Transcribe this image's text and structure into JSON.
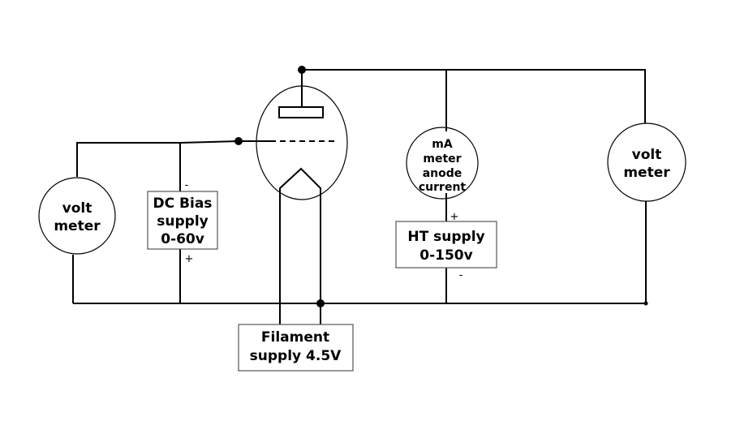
{
  "left_voltmeter": {
    "line1": "volt",
    "line2": "meter"
  },
  "right_voltmeter": {
    "line1": "volt",
    "line2": "meter"
  },
  "ma_meter": {
    "line1": "mA",
    "line2": "meter",
    "line3": "anode",
    "line4": "current"
  },
  "bias_supply": {
    "line1": "DC Bias",
    "line2": "supply",
    "line3": "0-60v",
    "minus": "-",
    "plus": "+"
  },
  "ht_supply": {
    "line1": "HT supply",
    "line2": "0-150v",
    "plus": "+",
    "minus": "-"
  },
  "filament_supply": {
    "line1": "Filament",
    "line2": "supply 4.5V"
  }
}
